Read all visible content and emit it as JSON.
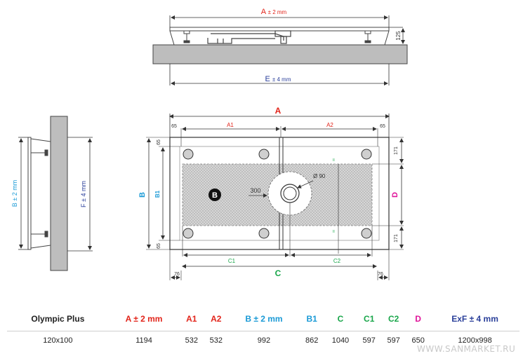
{
  "colors": {
    "red": "#e2241a",
    "cyan": "#1a9ad6",
    "green": "#19a64a",
    "magenta": "#e0149a",
    "blue": "#2a3f9a",
    "gray_fill": "#bdbdbd",
    "dark": "#333333"
  },
  "top_view": {
    "dim_a": "A",
    "dim_a_tol": "± 2 mm",
    "dim_e": "E",
    "dim_e_tol": "± 4 mm",
    "height_125": "125"
  },
  "side_view": {
    "dim_b": "B ± 2 mm",
    "dim_f": "F ± 4 mm"
  },
  "plan_view": {
    "a": "A",
    "a1": "A1",
    "a2": "A2",
    "m65_left": "65",
    "m65_right": "65",
    "b": "B",
    "b1": "B1",
    "v65_top": "65",
    "v65_bottom": "65",
    "circle_b": "B",
    "d300": "300",
    "diam90": "Ø 90",
    "d": "D",
    "v171_top": "171",
    "v171_bottom": "171",
    "c": "C",
    "c1": "C1",
    "c2": "C2",
    "m76_left": "76",
    "m76_right": "76"
  },
  "table": {
    "headers": [
      {
        "text": "Olympic Plus",
        "color": "#222222"
      },
      {
        "text": "A ± 2 mm",
        "color": "#e2241a"
      },
      {
        "text": "A1",
        "color": "#e2241a"
      },
      {
        "text": "A2",
        "color": "#e2241a"
      },
      {
        "text": "B ± 2 mm",
        "color": "#1a9ad6"
      },
      {
        "text": "B1",
        "color": "#1a9ad6"
      },
      {
        "text": "C",
        "color": "#19a64a"
      },
      {
        "text": "C1",
        "color": "#19a64a"
      },
      {
        "text": "C2",
        "color": "#19a64a"
      },
      {
        "text": "D",
        "color": "#e0149a"
      },
      {
        "text": "ExF ± 4 mm",
        "color": "#2a3f9a"
      }
    ],
    "rows": [
      [
        "120x100",
        "1194",
        "532",
        "532",
        "992",
        "862",
        "1040",
        "597",
        "597",
        "650",
        "1200x998"
      ]
    ]
  },
  "watermark": "WWW.SANMARKET.RU"
}
